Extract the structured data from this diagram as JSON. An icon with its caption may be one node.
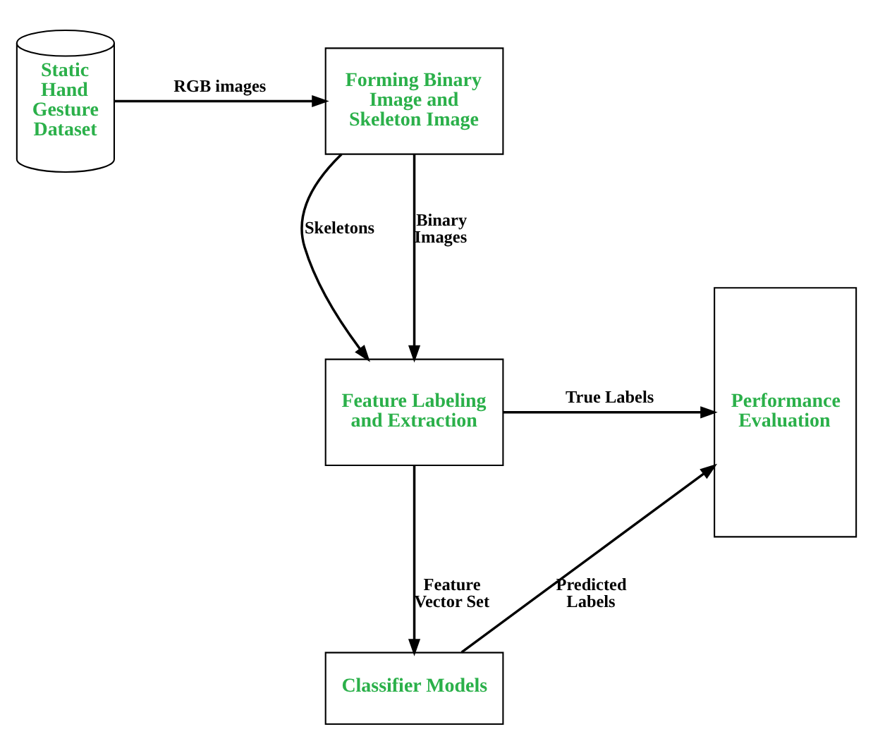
{
  "diagram": {
    "nodes": [
      {
        "text": [
          "Static Hand Gesture Dataset"
        ]
      },
      {
        "text": [
          "Forming Binary Image and Skeleton Image"
        ]
      },
      {
        "text": [
          "Feature Labeling and Extraction"
        ]
      },
      {
        "text": [
          "Performance Evaluation"
        ]
      },
      {
        "text": [
          "Classifier Models"
        ]
      }
    ],
    "edges": [
      {
        "from": 0,
        "to": 1,
        "arrow": "to",
        "label": "RGB images"
      },
      {
        "from": 1,
        "to": 2,
        "arrow": "to",
        "label": "Skeletons"
      },
      {
        "from": 1,
        "to": 2,
        "arrow": "to",
        "label": "Binary Images"
      },
      {
        "from": 2,
        "to": 3,
        "arrow": "to",
        "label": "True Labels"
      },
      {
        "from": 2,
        "to": 4,
        "arrow": "to",
        "label": "Feature Vector Set"
      },
      {
        "from": 4,
        "to": 3,
        "arrow": "to",
        "label": "Predicted Labels"
      }
    ]
  }
}
